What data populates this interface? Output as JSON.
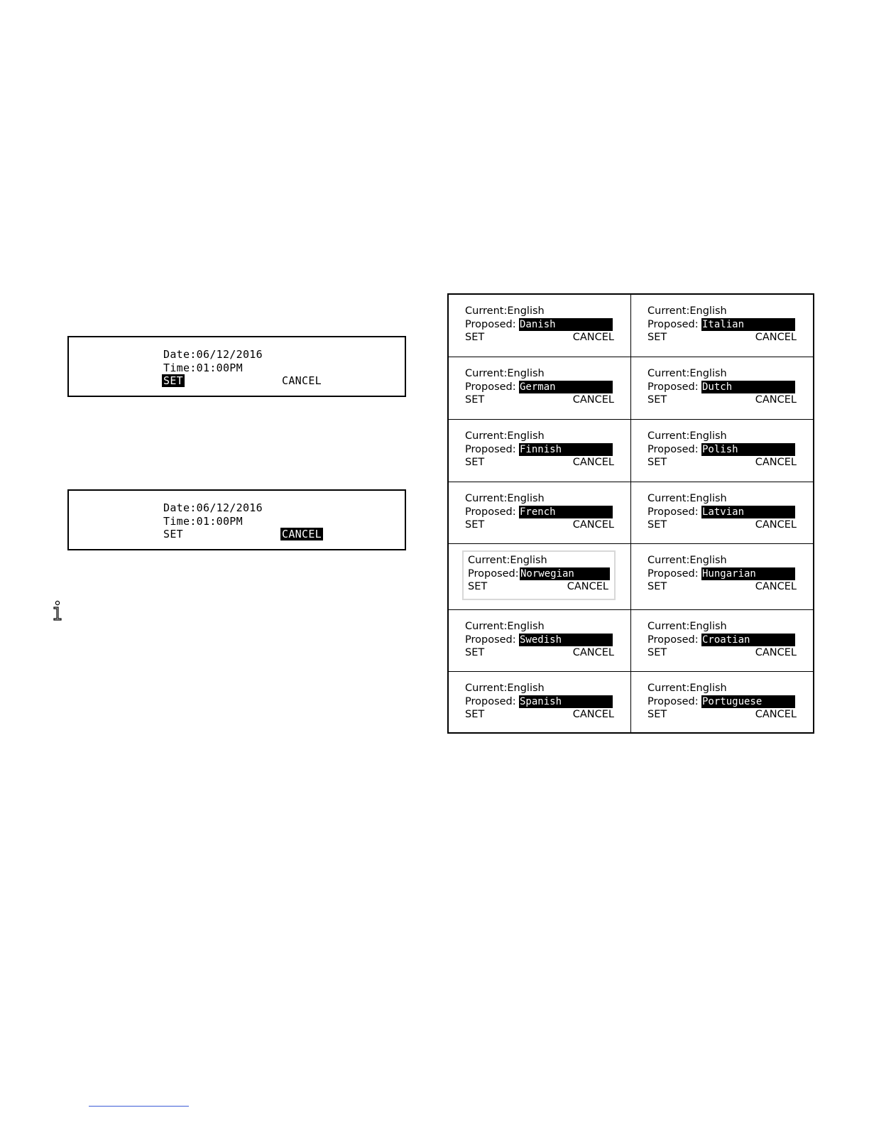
{
  "datetime_panels": [
    {
      "date_label": "Date:",
      "date_value": "06/12/2016",
      "time_label": "Time:",
      "time_value": "01:00PM",
      "set_label": "SET",
      "cancel_label": "CANCEL",
      "selected": "SET"
    },
    {
      "date_label": "Date:",
      "date_value": "06/12/2016",
      "time_label": "Time:",
      "time_value": "01:00PM",
      "set_label": "SET",
      "cancel_label": "CANCEL",
      "selected": "CANCEL"
    }
  ],
  "info_icon": "info-icon",
  "language_screens": [
    {
      "current_label": "Current:",
      "current_value": "English",
      "proposed_label": "Proposed:",
      "proposed_value": "Danish",
      "set_label": "SET",
      "cancel_label": "CANCEL"
    },
    {
      "current_label": "Current:",
      "current_value": "English",
      "proposed_label": "Proposed:",
      "proposed_value": "Italian",
      "set_label": "SET",
      "cancel_label": "CANCEL"
    },
    {
      "current_label": "Current:",
      "current_value": "English",
      "proposed_label": "Proposed:",
      "proposed_value": "German",
      "set_label": "SET",
      "cancel_label": "CANCEL"
    },
    {
      "current_label": "Current:",
      "current_value": "English",
      "proposed_label": "Proposed:",
      "proposed_value": "Dutch",
      "set_label": "SET",
      "cancel_label": "CANCEL"
    },
    {
      "current_label": "Current:",
      "current_value": "English",
      "proposed_label": "Proposed:",
      "proposed_value": "Finnish",
      "set_label": "SET",
      "cancel_label": "CANCEL"
    },
    {
      "current_label": "Current:",
      "current_value": "English",
      "proposed_label": "Proposed:",
      "proposed_value": "Polish",
      "set_label": "SET",
      "cancel_label": "CANCEL"
    },
    {
      "current_label": "Current:",
      "current_value": "English",
      "proposed_label": "Proposed:",
      "proposed_value": "French",
      "set_label": "SET",
      "cancel_label": "CANCEL"
    },
    {
      "current_label": "Current:",
      "current_value": "English",
      "proposed_label": "Proposed:",
      "proposed_value": "Latvian",
      "set_label": "SET",
      "cancel_label": "CANCEL"
    },
    {
      "current_label": "Current:",
      "current_value": "English",
      "proposed_label": "Proposed:",
      "proposed_value": "Norwegian",
      "set_label": "SET",
      "cancel_label": "CANCEL"
    },
    {
      "current_label": "Current:",
      "current_value": "English",
      "proposed_label": "Proposed:",
      "proposed_value": "Hungarian",
      "set_label": "SET",
      "cancel_label": "CANCEL"
    },
    {
      "current_label": "Current:",
      "current_value": "English",
      "proposed_label": "Proposed:",
      "proposed_value": "Swedish",
      "set_label": "SET",
      "cancel_label": "CANCEL"
    },
    {
      "current_label": "Current:",
      "current_value": "English",
      "proposed_label": "Proposed:",
      "proposed_value": "Croatian",
      "set_label": "SET",
      "cancel_label": "CANCEL"
    },
    {
      "current_label": "Current:",
      "current_value": "English",
      "proposed_label": "Proposed:",
      "proposed_value": "Spanish",
      "set_label": "SET",
      "cancel_label": "CANCEL"
    },
    {
      "current_label": "Current:",
      "current_value": "English",
      "proposed_label": "Proposed:",
      "proposed_value": "Portuguese",
      "set_label": "SET",
      "cancel_label": "CANCEL"
    }
  ],
  "colors": {
    "highlight_bg": "#000000",
    "highlight_fg": "#ffffff",
    "frame_border": "#d8d8d8",
    "footnote_rule": "#3b5bd6"
  }
}
